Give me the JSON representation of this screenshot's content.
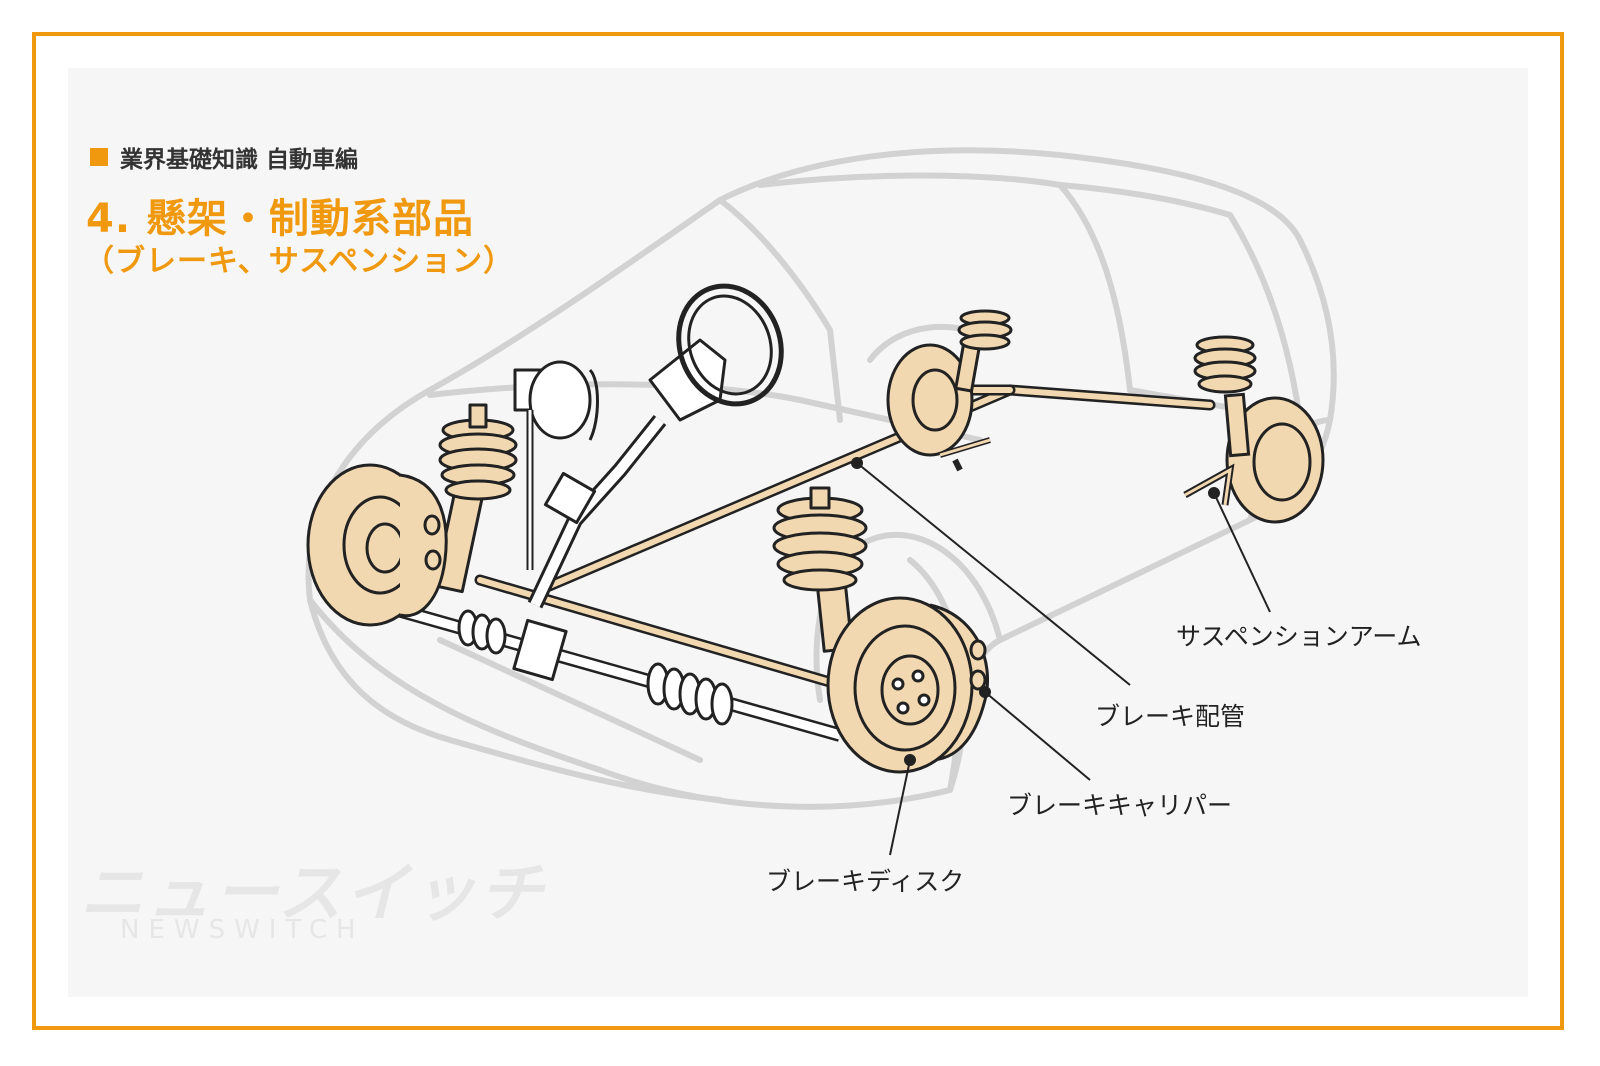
{
  "header": {
    "series": "業界基礎知識 自動車編",
    "title": "4. 懸架・制動系部品",
    "subtitle": "（ブレーキ、サスペンション）"
  },
  "labels": {
    "suspension_arm": "サスペンションアーム",
    "brake_pipe": "ブレーキ配管",
    "brake_caliper": "ブレーキキャリパー",
    "brake_disc": "ブレーキディスク"
  },
  "watermark": {
    "kana": "ニュースイッチ",
    "latin": "NEWSWITCH"
  },
  "colors": {
    "accent": "#f0990f",
    "part_fill": "#f2d8b0",
    "car_outline": "#d2d2d2",
    "line": "#222222"
  }
}
